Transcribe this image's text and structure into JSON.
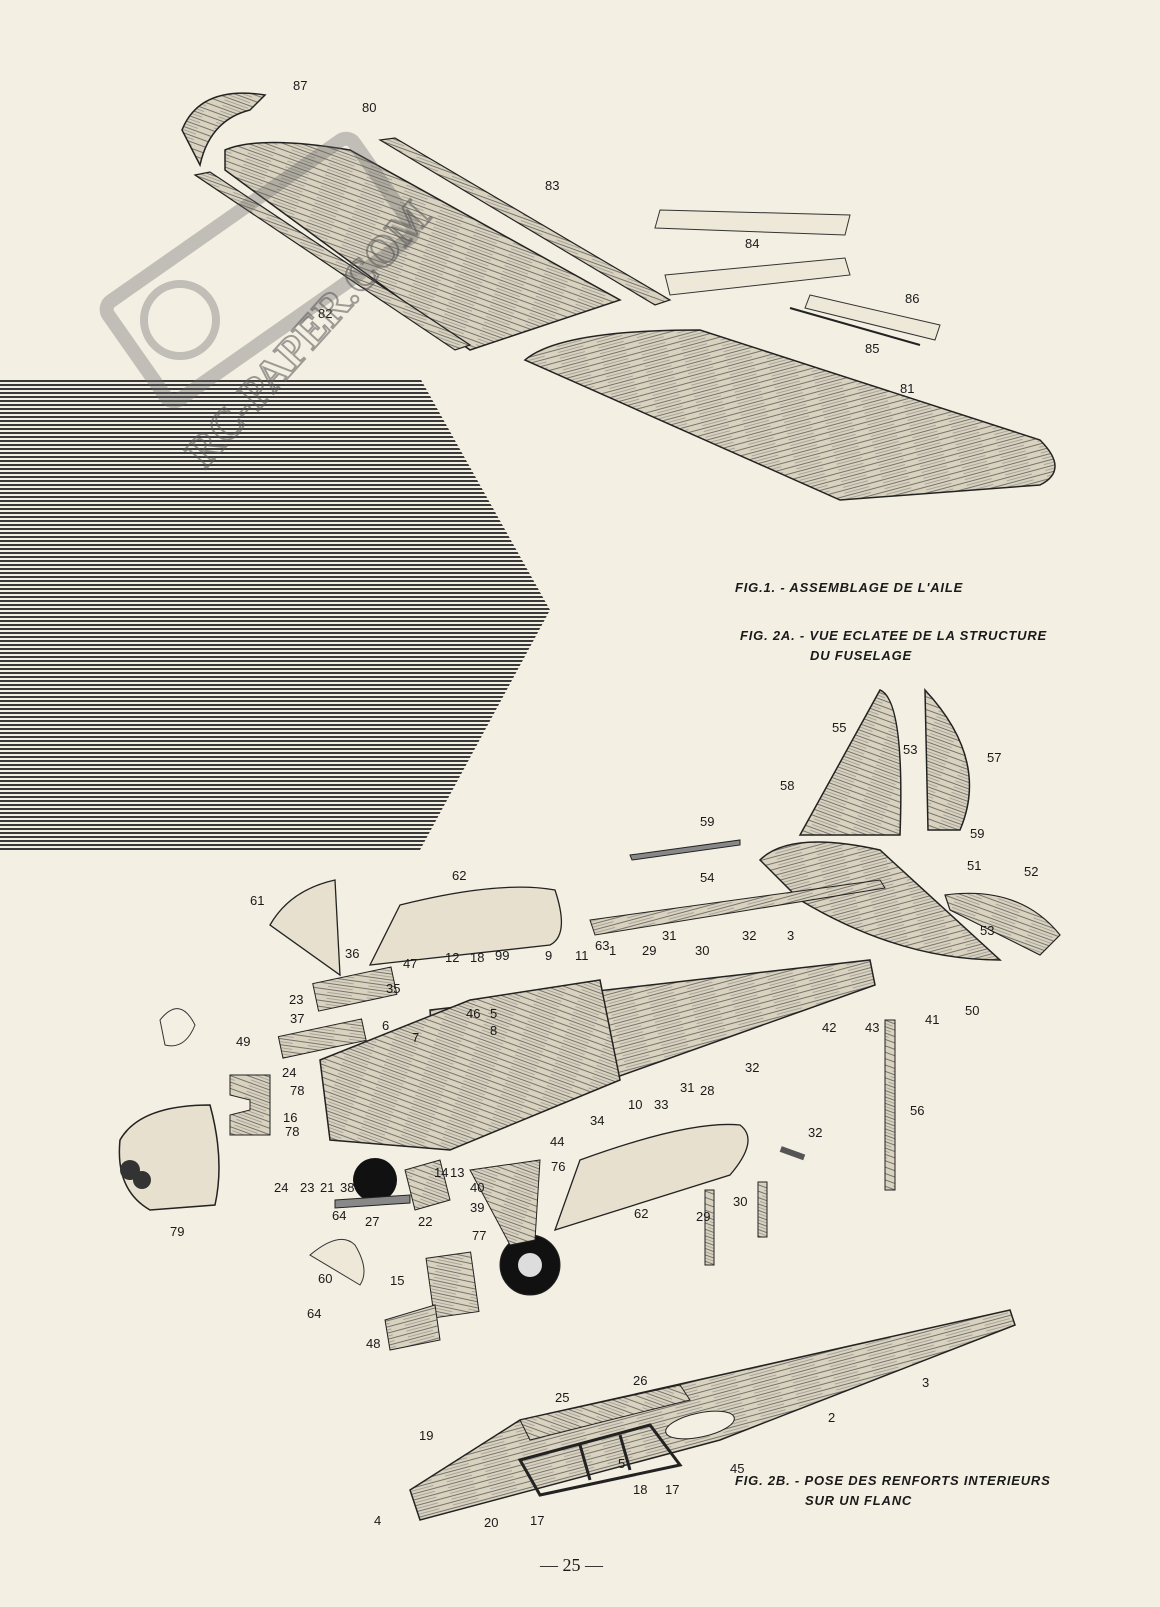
{
  "captions": {
    "fig1": "FIG.1. - ASSEMBLAGE DE L'AILE",
    "fig2a_line1": "FIG. 2A. - VUE ECLATEE DE LA STRUCTURE",
    "fig2a_line2": "DU FUSELAGE",
    "fig2b_line1": "FIG. 2B. - POSE DES RENFORTS INTERIEURS",
    "fig2b_line2": "SUR UN FLANC"
  },
  "watermark": "RC-PAPER.COM",
  "page_number": "— 25 —",
  "part_labels": [
    "87",
    "80",
    "83",
    "84",
    "86",
    "82",
    "85",
    "81",
    "55",
    "53",
    "57",
    "58",
    "59",
    "59",
    "51",
    "52",
    "54",
    "53",
    "50",
    "62",
    "61",
    "31",
    "32",
    "3",
    "36",
    "47",
    "12",
    "18",
    "99",
    "9",
    "11",
    "63",
    "1",
    "29",
    "30",
    "23",
    "35",
    "37",
    "6",
    "46",
    "5",
    "8",
    "7",
    "49",
    "24",
    "78",
    "16",
    "78",
    "24",
    "23",
    "21",
    "38",
    "14",
    "13",
    "44",
    "40",
    "39",
    "76",
    "34",
    "10",
    "33",
    "31",
    "28",
    "32",
    "42",
    "43",
    "41",
    "56",
    "32",
    "62",
    "29",
    "30",
    "64",
    "27",
    "22",
    "79",
    "60",
    "15",
    "77",
    "64",
    "48",
    "26",
    "25",
    "3",
    "2",
    "19",
    "5",
    "45",
    "18",
    "17",
    "4",
    "20",
    "17"
  ]
}
